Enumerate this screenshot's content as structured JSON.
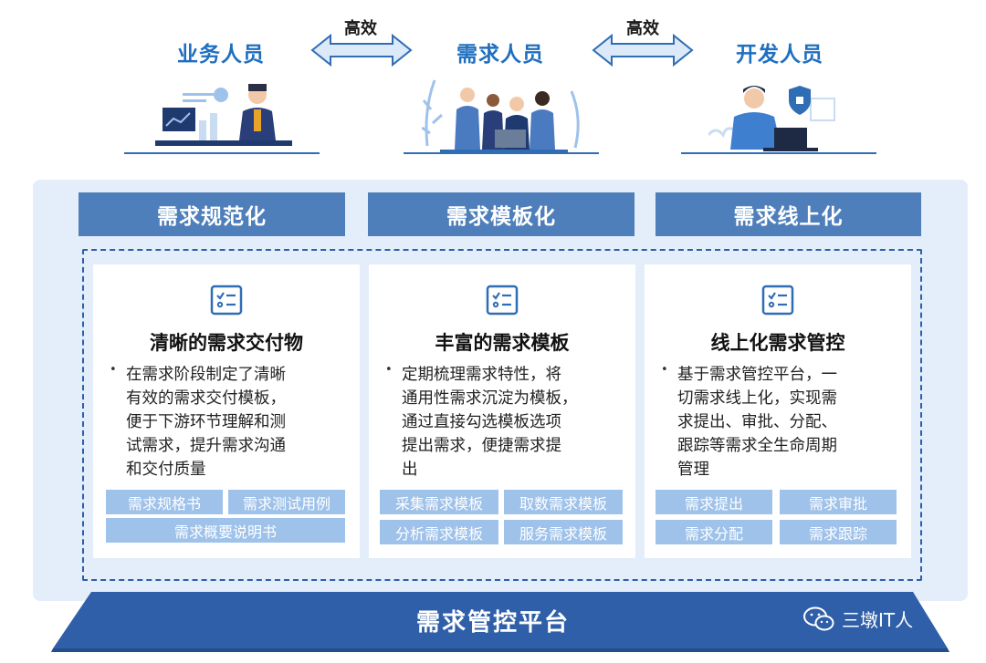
{
  "roles": {
    "business": "业务人员",
    "requirement": "需求人员",
    "developer": "开发人员"
  },
  "arrows": {
    "left_label": "高效",
    "right_label": "高效"
  },
  "headers": [
    "需求规范化",
    "需求模板化",
    "需求线上化"
  ],
  "cards": [
    {
      "icon": "checklist-icon",
      "title": "清晰的需求交付物",
      "lines": [
        "在需求阶段制定了清晰",
        "有效的需求交付模板，",
        "便于下游环节理解和测",
        "试需求，提升需求沟通",
        "和交付质量"
      ],
      "tags": [
        "需求规格书",
        "需求测试用例",
        "需求概要说明书"
      ]
    },
    {
      "icon": "checklist-icon",
      "title": "丰富的需求模板",
      "lines": [
        "定期梳理需求特性，将",
        "通用性需求沉淀为模板，",
        "通过直接勾选模板选项",
        "提出需求，便捷需求提",
        "出"
      ],
      "tags": [
        "采集需求模板",
        "取数需求模板",
        "分析需求模板",
        "服务需求模板"
      ]
    },
    {
      "icon": "checklist-icon",
      "title": "线上化需求管控",
      "lines": [
        "基于需求管控平台，一",
        "切需求线上化，实现需",
        "求提出、审批、分配、",
        "跟踪等需求全生命周期",
        "管理"
      ],
      "tags": [
        "需求提出",
        "需求审批",
        "需求分配",
        "需求跟踪"
      ]
    }
  ],
  "platform": "需求管控平台",
  "watermark": "三墩IT人",
  "colors": {
    "header_blue": "#4f7fba",
    "panel_bg": "#e3eefa",
    "tag_blue": "#9fc2ea",
    "platform_blue": "#2f5fa8",
    "role_text": "#1f6fbf"
  }
}
